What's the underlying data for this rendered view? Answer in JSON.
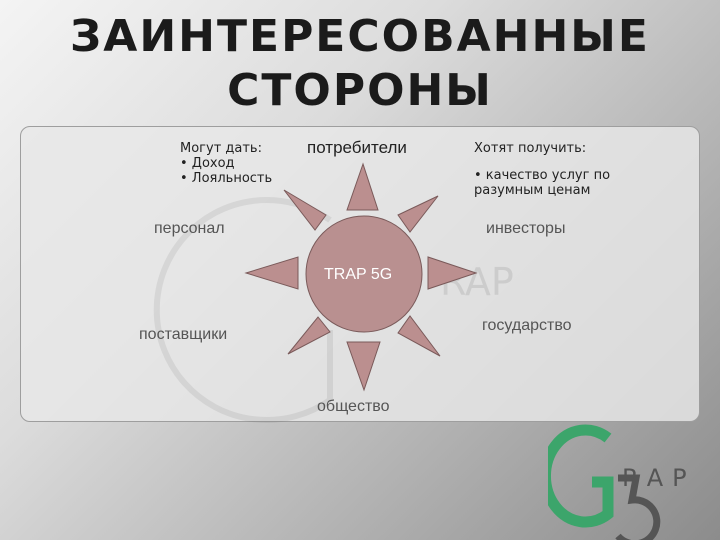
{
  "title": {
    "line1": "ЗАИНТЕРЕСОВАННЫЕ",
    "line2": "СТОРОНЫ"
  },
  "left_note": {
    "heading": "Могут дать:",
    "items": [
      "• Доход",
      "• Лояльность"
    ]
  },
  "right_note": {
    "heading": "Хотят получить:",
    "item_line1": "• качество услуг по",
    "item_line2": "разумным ценам"
  },
  "center_label": "TRAP 5G",
  "stakeholders": {
    "top": "потребители",
    "top_left": "персонал",
    "top_right": "инвесторы",
    "bottom_left": "поставщики",
    "bottom_right": "государство",
    "bottom": "общество"
  },
  "logo": {
    "letter": "G",
    "text": "RAP",
    "digit": "5"
  },
  "colors": {
    "circle": "#b99090",
    "triangle": "#bb8f8f",
    "logo_green": "#3ca56b",
    "logo_gray": "#555555"
  }
}
